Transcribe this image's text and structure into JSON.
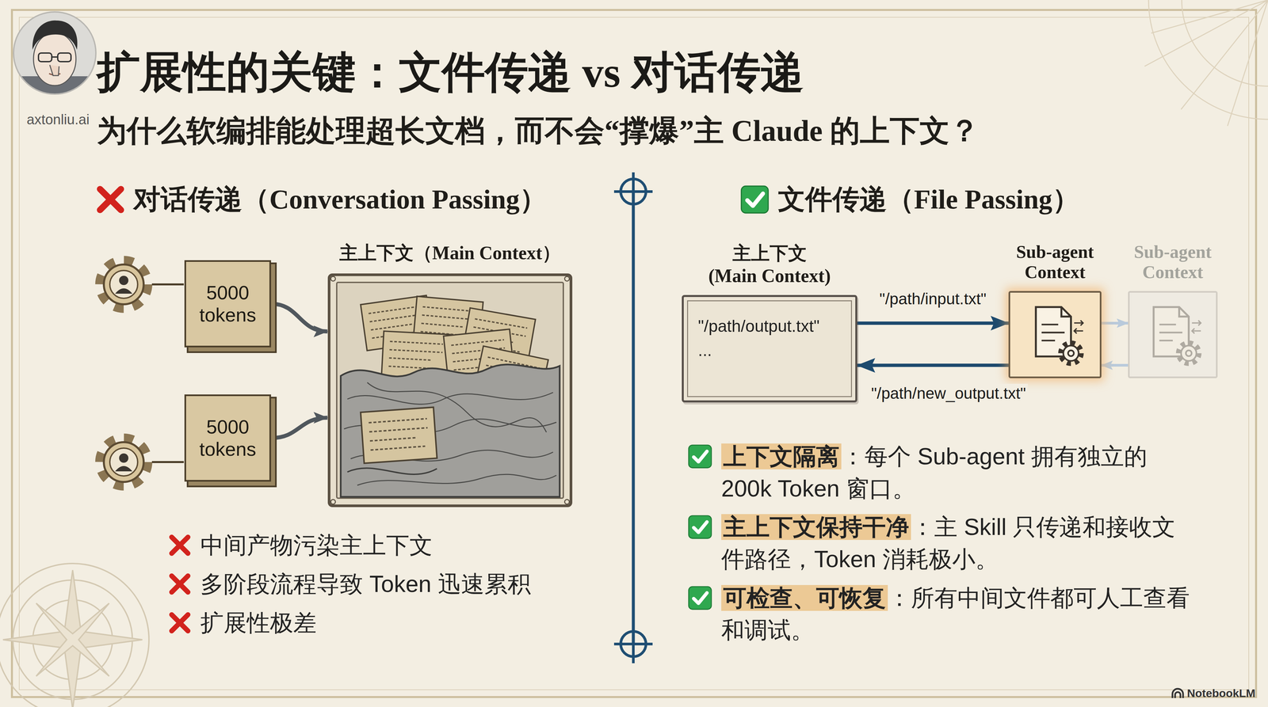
{
  "diagram": {
    "title": "扩展性的关键：文件传递 vs 对话传递",
    "nodes": [
      {
        "text": [
          "5000 tokens"
        ]
      },
      {
        "text": [
          "5000 tokens"
        ]
      },
      {
        "text": [
          "主上下文（Main Context）"
        ]
      },
      {
        "text": [
          "主上下文 (Main Context)",
          "\"/path/output.txt\"",
          "..."
        ]
      },
      {
        "text": [
          "Sub-agent Context"
        ]
      },
      {
        "text": [
          "Sub-agent Context"
        ]
      }
    ],
    "edges": [
      {
        "from": 0,
        "to": 2,
        "arrow": "to"
      },
      {
        "from": 1,
        "to": 2,
        "arrow": "to"
      },
      {
        "from": 3,
        "to": 4,
        "arrow": "to",
        "label": "\"/path/input.txt\""
      },
      {
        "from": 4,
        "to": 3,
        "arrow": "to",
        "label": "\"/path/new_output.txt\""
      },
      {
        "from": 4,
        "to": 5,
        "arrow": "to"
      },
      {
        "from": 5,
        "to": 4,
        "arrow": "to"
      }
    ],
    "labels": [
      "为什么软编排能处理超长文档，而不会“撑爆”主 Claude 的上下文？",
      "对话传递（Conversation Passing）",
      "文件传递（File Passing）",
      "中间产物污染主上下文",
      "多阶段流程导致 Token 迅速累积",
      "扩展性极差",
      "上下文隔离",
      "：每个 Sub-agent 拥有独立的 200k Token 窗口。",
      "主上下文保持干净",
      "：主 Skill 只传递和接收文件路径，Token 消耗极小。",
      "可检查、可恢复",
      "：所有中间文件都可人工查看和调试。",
      "axtonliu.ai",
      "NotebookLM"
    ]
  }
}
